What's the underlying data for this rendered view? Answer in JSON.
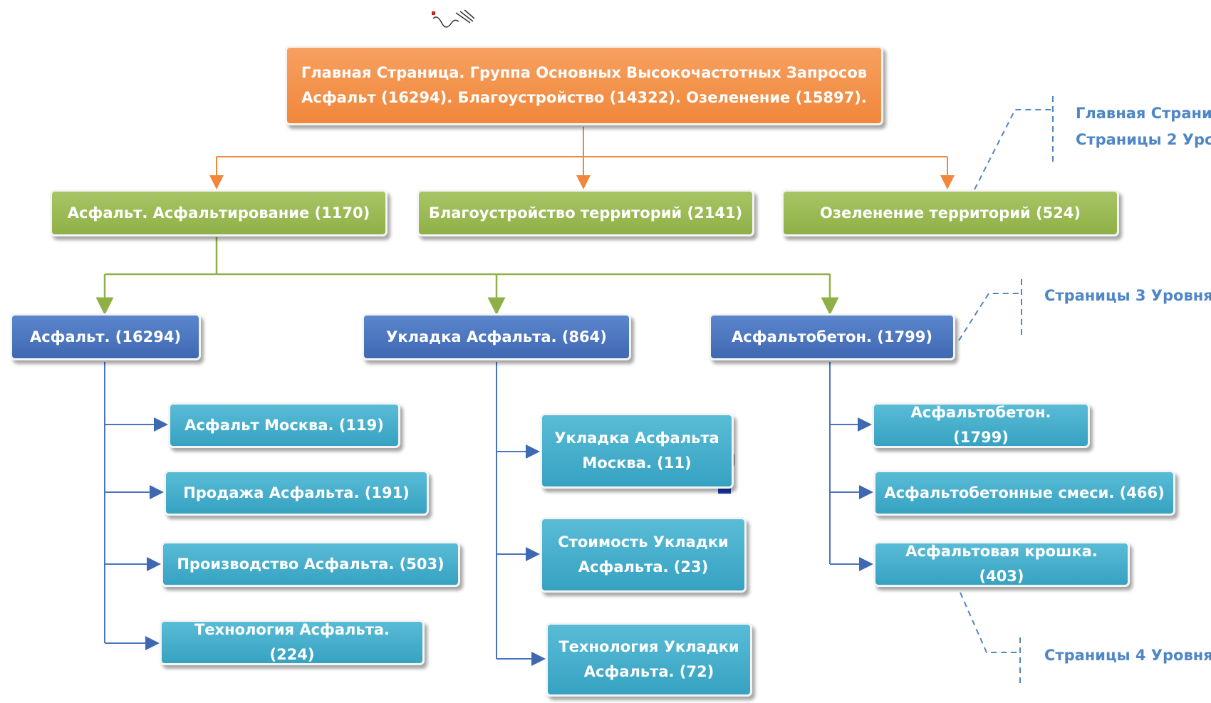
{
  "root": {
    "text": "Главная Страница. Группа Основных Высокочастотных Запросов\nАсфальт (16294). Благоустройство (14322). Озеленение (15897)."
  },
  "level2": [
    {
      "text": "Асфальт. Асфальтирование (1170)"
    },
    {
      "text": "Благоустройство территорий (2141)"
    },
    {
      "text": "Озеленение территорий (524)"
    }
  ],
  "level3": [
    {
      "text": "Асфальт. (16294)"
    },
    {
      "text": "Укладка Асфальта. (864)"
    },
    {
      "text": "Асфальтобетон. (1799)"
    }
  ],
  "level4_col1": [
    {
      "text": "Асфальт Москва. (119)"
    },
    {
      "text": "Продажа Асфальта. (191)"
    },
    {
      "text": "Производство Асфальта. (503)"
    },
    {
      "text": "Технология Асфальта. (224)"
    }
  ],
  "level4_col2": [
    {
      "text": "Укладка Асфальта\nМосква. (11)"
    },
    {
      "text": "Стоимость Укладки\nАсфальта. (23)"
    },
    {
      "text": "Технология Укладки\nАсфальта. (72)"
    }
  ],
  "level4_col3": [
    {
      "text": "Асфальтобетон. (1799)"
    },
    {
      "text": "Асфальтобетонные смеси. (466)"
    },
    {
      "text": "Асфальтовая крошка. (403)"
    }
  ],
  "notes": {
    "level12_line1": "Главная Страни",
    "level12_line2": "Страницы 2 Урс",
    "level3": "Страницы 3 Уровня",
    "level4": "Страницы 4 Уровня"
  },
  "colors": {
    "orange": "#f0873a",
    "green": "#8fb046",
    "blue": "#3f68b2",
    "teal": "#36a2c2",
    "note": "#4f86c6"
  }
}
